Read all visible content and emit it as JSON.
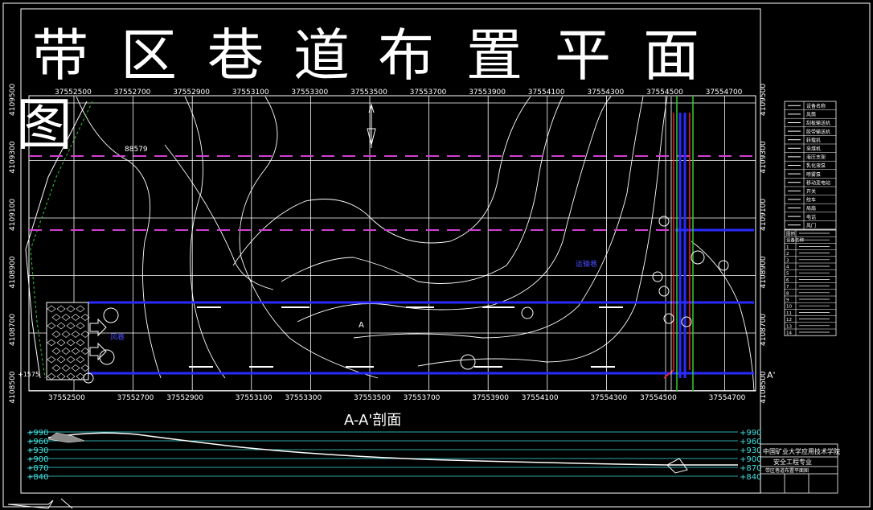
{
  "title": {
    "chars": [
      "带",
      "区",
      "巷",
      "道",
      "布",
      "置",
      "平",
      "面",
      "图"
    ]
  },
  "section_title": "A-A'剖面",
  "coords": {
    "x_top": [
      "37552500",
      "37552700",
      "37552900",
      "37553100",
      "37553300",
      "37553500",
      "37553700",
      "37553900",
      "37554100",
      "37554300",
      "37554500",
      "37554700"
    ],
    "x_bottom": [
      "37552500",
      "37552700",
      "37552900",
      "37553100",
      "37553300",
      "37553500",
      "37553700",
      "37553900",
      "37554100",
      "37554300",
      "37554500",
      "37554700"
    ],
    "y_left": [
      "4109500",
      "4109300",
      "4109100",
      "4108900",
      "4108700",
      "4108500"
    ],
    "y_right": [
      "4109500",
      "4109300",
      "4109100",
      "4108900",
      "4108700",
      "4108500"
    ]
  },
  "labels": {
    "elev_88579": "88579",
    "point_a": "A",
    "point_a_prime": "A'",
    "blue_tag_1": "运输巷",
    "blue_tag_2": "风巷",
    "left_tag": "+1575"
  },
  "section_levels": [
    "+990",
    "+960",
    "+930",
    "+900",
    "+870",
    "+840"
  ],
  "legend_symbols": [
    "设备名称",
    "风筒",
    "刮板输送机",
    "胶带输送机",
    "转载机",
    "采煤机",
    "液压支架",
    "乳化液泵",
    "喷雾泵",
    "移动变电站",
    "开关",
    "绞车",
    "局扇",
    "电话",
    "风门"
  ],
  "device_table": [
    "图例",
    "设备名称",
    "1",
    "2",
    "3",
    "4",
    "5",
    "6",
    "7",
    "8",
    "9",
    "10",
    "11",
    "12",
    "13",
    "14"
  ],
  "title_block": {
    "school": "中国矿业大学应用技术学院",
    "major": "安全工程专业",
    "drawing_name": "带区巷道布置平面图"
  },
  "colors": {
    "background": "#000000",
    "grid": "#ffffff",
    "roadway": "#2a2aff",
    "dashed_roadway": "#d040d0",
    "section_lines": "#40e0e0",
    "fault": "#ff2020",
    "green": "#30d030"
  }
}
